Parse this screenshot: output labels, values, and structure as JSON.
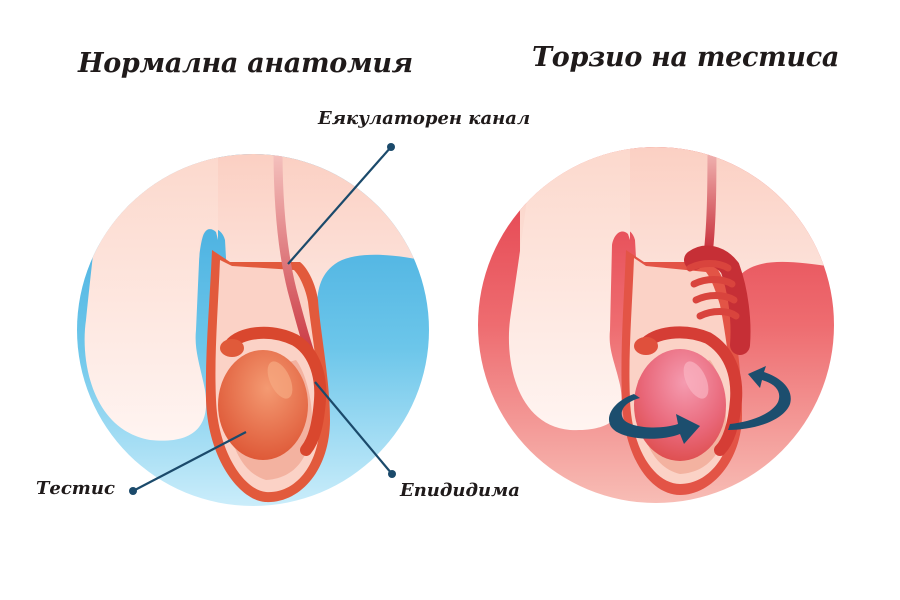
{
  "titles": {
    "normal": "Нормална анатомия",
    "torsion": "Торзио на тестиса"
  },
  "labels": {
    "ejaculatory_duct": "Еякулаторен канал",
    "testis": "Тестис",
    "epididymis": "Епидидима"
  },
  "colors": {
    "normal_background": "#5bbde6",
    "normal_background_light": "#c8ecfa",
    "torsion_background": "#e8454f",
    "torsion_background_light": "#f7b5ae",
    "skin": "#fbd2c6",
    "skin_light": "#fdeae4",
    "testis_normal": "#e2603e",
    "testis_torsion": "#e8677a",
    "cord": "#c7323a",
    "pointer": "#1b4a6b",
    "rotation_arrow": "#1c4e6e",
    "text": "#1f1a1a"
  },
  "icons": {
    "rotation": "rotation-arrows-icon",
    "pointer_dot": "pointer-dot-icon"
  }
}
